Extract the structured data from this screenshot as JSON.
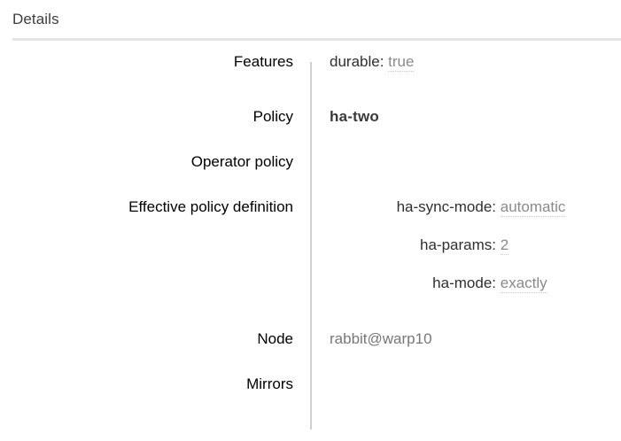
{
  "panel": {
    "title": "Details"
  },
  "rows": [
    {
      "label": "Features",
      "kind": "pairs",
      "align": "flush",
      "pairs": [
        {
          "key": "durable:",
          "value": "true"
        }
      ]
    },
    {
      "label": "Policy",
      "kind": "text",
      "style": "bold",
      "value": "ha-two"
    },
    {
      "label": "Operator policy",
      "kind": "empty",
      "value": ""
    },
    {
      "label": "Effective policy definition",
      "kind": "pairs",
      "align": "colon",
      "pairs": [
        {
          "key": "ha-sync-mode:",
          "value": "automatic"
        },
        {
          "key": "ha-params:",
          "value": "2"
        },
        {
          "key": "ha-mode:",
          "value": "exactly"
        }
      ]
    },
    {
      "label": "Node",
      "kind": "text",
      "style": "plain",
      "value": "rabbit@warp10"
    },
    {
      "label": "Mirrors",
      "kind": "empty",
      "value": ""
    }
  ],
  "colors": {
    "label": "#000000",
    "value_key": "#2f2f2f",
    "value_muted": "#8a8a8a",
    "node_value": "#777777",
    "policy_value": "#3a3a3a",
    "divider": "#cfcfcf",
    "rule": "#e4e4e4",
    "heading": "#3d3d3d"
  }
}
